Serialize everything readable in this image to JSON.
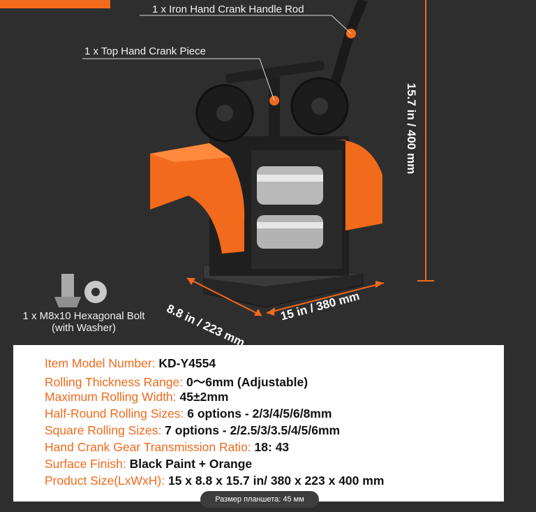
{
  "callouts": {
    "handle_rod": "1 x Iron Hand Crank Handle Rod",
    "top_piece": "1 x Top Hand Crank Piece",
    "bolt": "1 x M8x10 Hexagonal Bolt",
    "washer": "(with Washer)"
  },
  "dimensions": {
    "height": "15.7 in / 400 mm",
    "depth": "8.8 in / 223 mm",
    "width": "15 in / 380 mm"
  },
  "specs": [
    {
      "label": "Item Model Number: ",
      "value": "KD-Y4554"
    },
    {
      "label": "Rolling Thickness Range: ",
      "value": "0〜6mm (Adjustable)"
    },
    {
      "label": "Maximum Rolling Width: ",
      "value": "45±2mm"
    },
    {
      "label": "Half-Round Rolling Sizes: ",
      "value": "6 options - 2/3/4/5/6/8mm"
    },
    {
      "label": "Square Rolling Sizes: ",
      "value": "7 options - 2/2.5/3/3.5/4/5/6mm"
    },
    {
      "label": "Hand Crank Gear Transmission Ratio: ",
      "value": "18: 43"
    },
    {
      "label": "Surface Finish: ",
      "value": "Black Paint + Orange"
    },
    {
      "label": "Product Size(LxWxH): ",
      "value": "15 x 8.8 x 15.7 in/ 380 x 223 x 400 mm"
    }
  ],
  "caption": "Размер планшета: 45 мм",
  "colors": {
    "accent": "#f26a1b",
    "background": "#2e2e2e",
    "spec_label": "#f06a1c"
  }
}
